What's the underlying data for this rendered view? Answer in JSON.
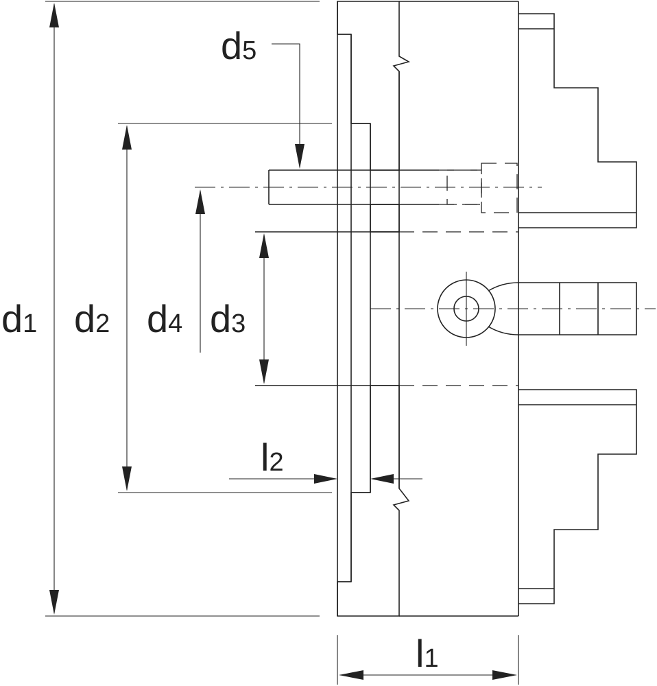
{
  "labels": {
    "d1": {
      "main": "d",
      "sub": "1"
    },
    "d2": {
      "main": "d",
      "sub": "2"
    },
    "d3": {
      "main": "d",
      "sub": "3"
    },
    "d4": {
      "main": "d",
      "sub": "4"
    },
    "d5": {
      "main": "d",
      "sub": "5"
    },
    "l1": {
      "main": "l",
      "sub": "1"
    },
    "l2": {
      "main": "l",
      "sub": "2"
    }
  }
}
